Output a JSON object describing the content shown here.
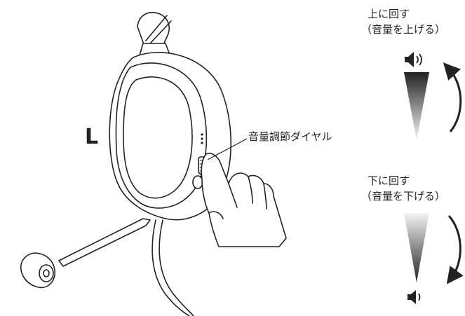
{
  "headset": {
    "side_label": "L",
    "callout_label": "音量調節ダイヤル"
  },
  "volume_up": {
    "line1": "上に回す",
    "line2": "（音量を上げる）",
    "icon": "speaker-loud-icon"
  },
  "volume_down": {
    "line1": "下に回す",
    "line2": "（音量を下げる）",
    "icon": "speaker-quiet-icon"
  },
  "colors": {
    "line": "#222222",
    "gradient_dark": "#222222",
    "gradient_light": "#f2f2f2"
  }
}
